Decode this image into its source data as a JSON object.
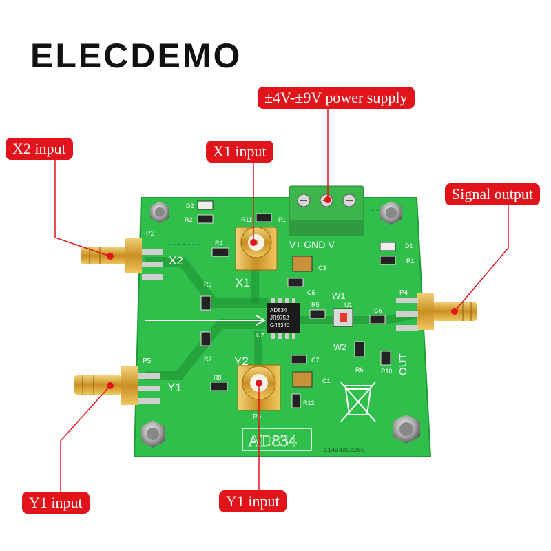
{
  "brand": "ELECDEMO",
  "callouts": {
    "power": "±4V-±9V power supply",
    "x2": "X2 input",
    "x1": "X1 input",
    "signal_out": "Signal output",
    "y1_left": "Y1 input",
    "y1_bottom": "Y1 input"
  },
  "board": {
    "chip_label": "AD834",
    "chip_text_1": "AD834",
    "chip_text_2": "JR9752",
    "chip_text_3": "G43340",
    "serial": "11434X93260",
    "terminal_label": "V+ GND V−",
    "port_x2": "X2",
    "port_x1": "X1",
    "port_y1": "Y1",
    "port_y2": "Y2",
    "port_out": "OUT",
    "ref_p2": "P2",
    "ref_p5": "P5",
    "ref_p4": "P4",
    "ref_p6": "P6",
    "ref_p1": "P1",
    "ref_w1": "W1",
    "ref_w2": "W2",
    "ref_u1": "U1",
    "ref_u2": "U2",
    "ref_d1": "D1",
    "ref_d2": "D2",
    "ref_r1": "R1",
    "ref_r2": "R2",
    "ref_r3": "R3",
    "ref_r4": "R4",
    "ref_r5": "R5",
    "ref_r6": "R6",
    "ref_r7": "R7",
    "ref_r8": "R8",
    "ref_r10": "R10",
    "ref_r11": "R11",
    "ref_r12": "R12",
    "ref_c1": "C1",
    "ref_c3": "C3",
    "ref_c5": "C5",
    "ref_c6": "C6",
    "ref_c7": "C7"
  },
  "colors": {
    "pcb": "#2fbf4a",
    "callout": "#e0141a",
    "gold": "#d9a53a",
    "terminal": "#3cb54a"
  }
}
